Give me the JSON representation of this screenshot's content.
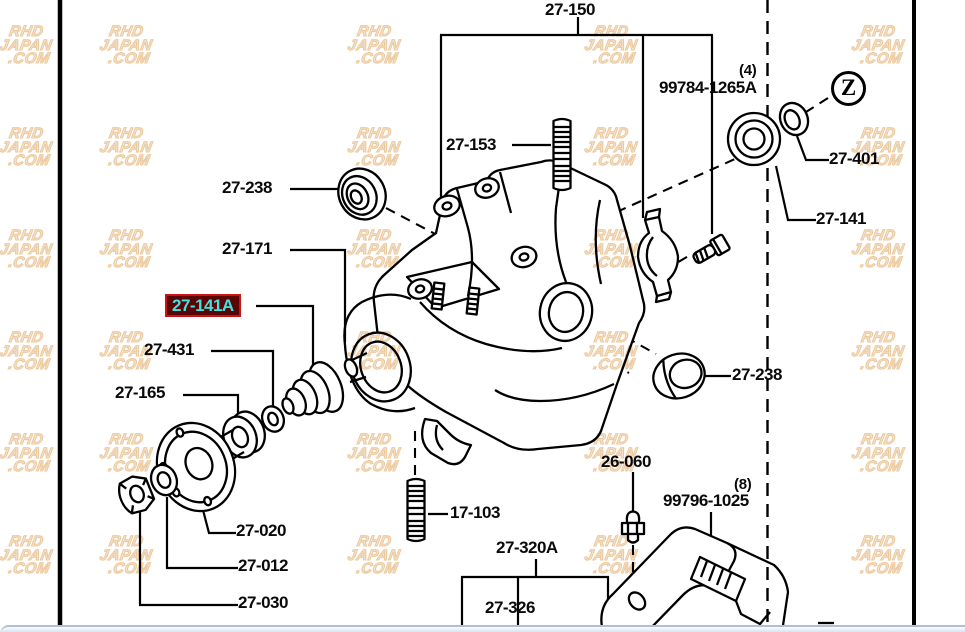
{
  "diagram": {
    "kind": "exploded-parts-diagram",
    "labels": [
      {
        "id": "27-150",
        "text": "27-150"
      },
      {
        "id": "qty-4",
        "text": "(4)"
      },
      {
        "id": "99784-1265A",
        "text": "99784-1265A"
      },
      {
        "id": "view-z",
        "text": "Z"
      },
      {
        "id": "27-401",
        "text": "27-401"
      },
      {
        "id": "27-141",
        "text": "27-141"
      },
      {
        "id": "27-153",
        "text": "27-153"
      },
      {
        "id": "27-238-left",
        "text": "27-238"
      },
      {
        "id": "27-171",
        "text": "27-171"
      },
      {
        "id": "27-141A",
        "text": "27-141A",
        "highlighted": true
      },
      {
        "id": "27-431",
        "text": "27-431"
      },
      {
        "id": "27-165",
        "text": "27-165"
      },
      {
        "id": "27-020",
        "text": "27-020"
      },
      {
        "id": "27-012",
        "text": "27-012"
      },
      {
        "id": "27-030",
        "text": "27-030"
      },
      {
        "id": "17-103",
        "text": "17-103"
      },
      {
        "id": "27-320A",
        "text": "27-320A"
      },
      {
        "id": "27-326",
        "text": "27-326"
      },
      {
        "id": "26-060",
        "text": "26-060"
      },
      {
        "id": "qty-8",
        "text": "(8)"
      },
      {
        "id": "99796-1025",
        "text": "99796-1025"
      },
      {
        "id": "27-238-right",
        "text": "27-238"
      }
    ],
    "highlight_colors": {
      "background": "#5a0505",
      "border": "#c81414",
      "text": "#3fe3e3"
    },
    "line_color": "#000000",
    "watermark": {
      "lines": [
        "RHD",
        "JAPAN",
        ".COM"
      ],
      "color": "#f6e3cf"
    }
  }
}
